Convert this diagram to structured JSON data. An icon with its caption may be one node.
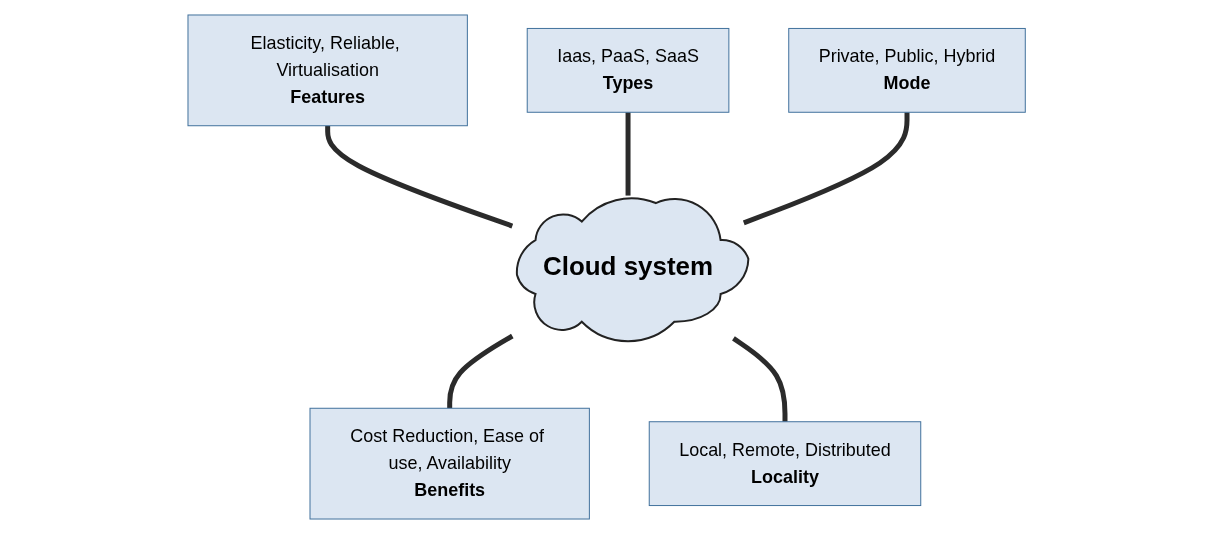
{
  "diagram": {
    "nodes": [
      {
        "text": [
          "Iaas, PaaS, SaaS",
          "Types"
        ]
      },
      {
        "text": [
          "Elasticity, Reliable, Virtualisation",
          "Features"
        ]
      },
      {
        "text": [
          "Private, Public, Hybrid",
          "Mode"
        ]
      },
      {
        "text": [
          "Cloud system"
        ]
      },
      {
        "text": [
          "Cost Reduction, Ease of use, Availability",
          "Benefits"
        ]
      },
      {
        "text": [
          "Local, Remote, Distributed",
          "Locality"
        ]
      }
    ],
    "edges": [
      {
        "from": 1,
        "to": 3,
        "arrow": "none"
      },
      {
        "from": 0,
        "to": 3,
        "arrow": "none"
      },
      {
        "from": 2,
        "to": 3,
        "arrow": "none"
      },
      {
        "from": 3,
        "to": 4,
        "arrow": "none"
      },
      {
        "from": 3,
        "to": 5,
        "arrow": "none"
      }
    ]
  }
}
